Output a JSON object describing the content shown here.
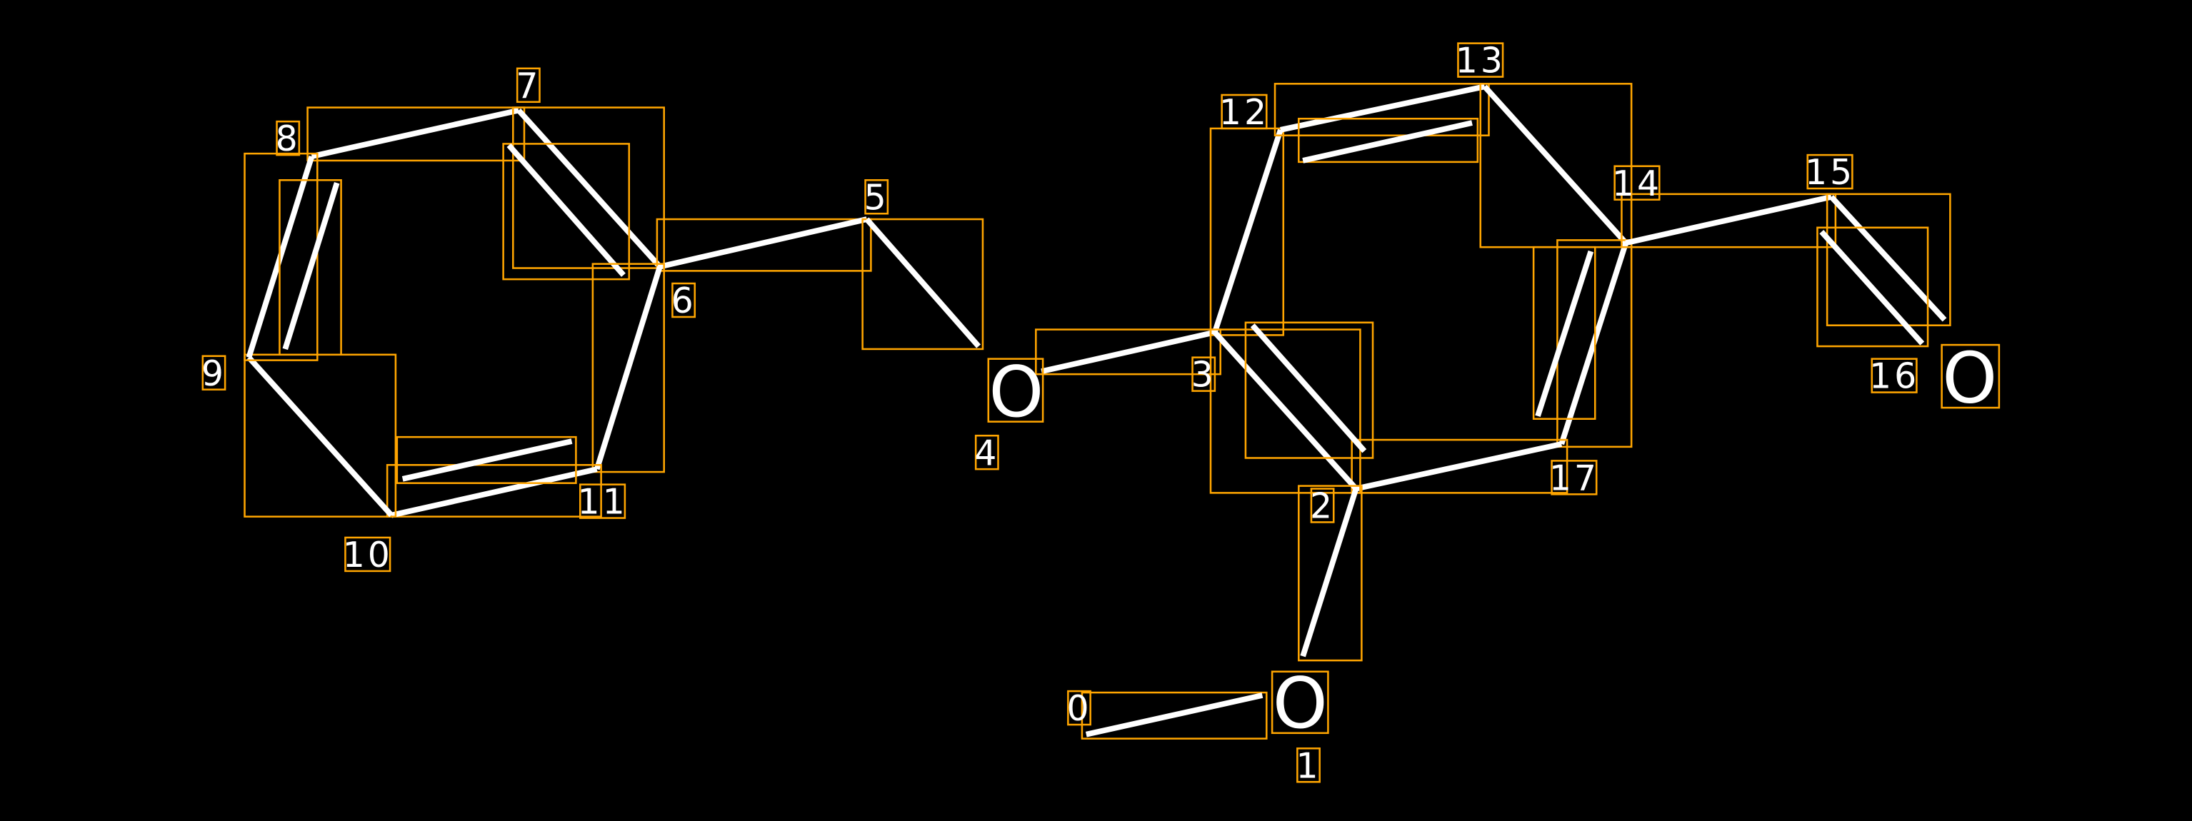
{
  "colors": {
    "background": "#000000",
    "bond": "#FFFFFF",
    "box": "#FFA500"
  },
  "atoms": [
    {
      "symbol": "O"
    },
    {
      "symbol": "O"
    },
    {
      "symbol": "O"
    }
  ],
  "indices": [
    "0",
    "1",
    "2",
    "3",
    "4",
    "5",
    "6",
    "7",
    "8",
    "9",
    "10",
    "11",
    "12",
    "13",
    "14",
    "15",
    "16",
    "17"
  ]
}
